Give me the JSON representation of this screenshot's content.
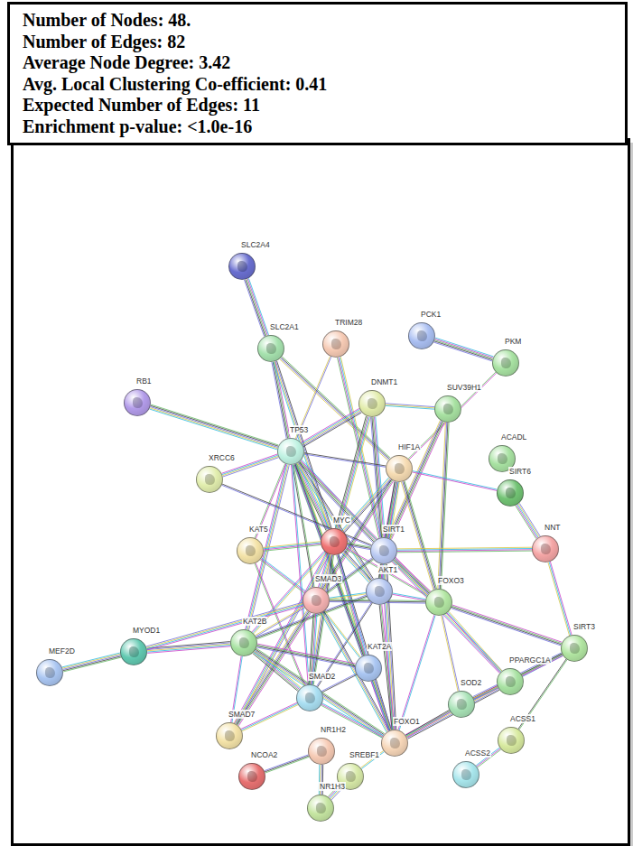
{
  "diagram": {
    "nodes": [
      {
        "text": [
          "Number of Nodes: 48.",
          "Number of Edges: 82",
          "Average Node Degree: 3.42",
          "Avg. Local Clustering Co-efficient: 0.41",
          "Expected Number of Edges: 11",
          "Enrichment p-value: <1.0e-16"
        ]
      },
      {
        "text": [
          "SLC2A4"
        ]
      },
      {
        "text": [
          "SLC2A1"
        ]
      },
      {
        "text": [
          "TRIM28"
        ]
      },
      {
        "text": [
          "PCK1"
        ]
      },
      {
        "text": [
          "PKM"
        ]
      },
      {
        "text": [
          "RB1"
        ]
      },
      {
        "text": [
          "DNMT1"
        ]
      },
      {
        "text": [
          "SUV39H1"
        ]
      },
      {
        "text": [
          "TP53"
        ]
      },
      {
        "text": [
          "HIF1A"
        ]
      },
      {
        "text": [
          "ACADL"
        ]
      },
      {
        "text": [
          "SIRT6"
        ]
      },
      {
        "text": [
          "XRCC6"
        ]
      },
      {
        "text": [
          "KAT5"
        ]
      },
      {
        "text": [
          "MYC"
        ]
      },
      {
        "text": [
          "SIRT1"
        ]
      },
      {
        "text": [
          "NNT"
        ]
      },
      {
        "text": [
          "AKT1"
        ]
      },
      {
        "text": [
          "SMAD3"
        ]
      },
      {
        "text": [
          "FOXO3"
        ]
      },
      {
        "text": [
          "MYOD1"
        ]
      },
      {
        "text": [
          "MEF2D"
        ]
      },
      {
        "text": [
          "KAT2B"
        ]
      },
      {
        "text": [
          "KAT2A"
        ]
      },
      {
        "text": [
          "SIRT3"
        ]
      },
      {
        "text": [
          "PPARGC1A"
        ]
      },
      {
        "text": [
          "SMAD2"
        ]
      },
      {
        "text": [
          "SOD2"
        ]
      },
      {
        "text": [
          "SMAD7"
        ]
      },
      {
        "text": [
          "FOXO1"
        ]
      },
      {
        "text": [
          "ACSS1"
        ]
      },
      {
        "text": [
          "ACSS2"
        ]
      },
      {
        "text": [
          "NR1H2"
        ]
      },
      {
        "text": [
          "NCOA2"
        ]
      },
      {
        "text": [
          "SREBF1"
        ]
      },
      {
        "text": [
          "NR1H3"
        ]
      }
    ],
    "edges": [
      {
        "from": 1,
        "to": 2,
        "arrow": "none"
      },
      {
        "from": 2,
        "to": 9,
        "arrow": "none"
      },
      {
        "from": 2,
        "to": 10,
        "arrow": "none"
      },
      {
        "from": 2,
        "to": 15,
        "arrow": "none"
      },
      {
        "from": 3,
        "to": 9,
        "arrow": "none"
      },
      {
        "from": 3,
        "to": 16,
        "arrow": "none"
      },
      {
        "from": 4,
        "to": 5,
        "arrow": "none"
      },
      {
        "from": 5,
        "to": 10,
        "arrow": "none"
      },
      {
        "from": 6,
        "to": 9,
        "arrow": "none"
      },
      {
        "from": 7,
        "to": 9,
        "arrow": "none"
      },
      {
        "from": 7,
        "to": 8,
        "arrow": "none"
      },
      {
        "from": 7,
        "to": 15,
        "arrow": "none"
      },
      {
        "from": 7,
        "to": 16,
        "arrow": "none"
      },
      {
        "from": 8,
        "to": 16,
        "arrow": "none"
      },
      {
        "from": 8,
        "to": 20,
        "arrow": "none"
      },
      {
        "from": 9,
        "to": 10,
        "arrow": "none"
      },
      {
        "from": 9,
        "to": 13,
        "arrow": "none"
      },
      {
        "from": 9,
        "to": 15,
        "arrow": "none"
      },
      {
        "from": 9,
        "to": 16,
        "arrow": "none"
      },
      {
        "from": 9,
        "to": 14,
        "arrow": "none"
      },
      {
        "from": 9,
        "to": 19,
        "arrow": "none"
      },
      {
        "from": 9,
        "to": 18,
        "arrow": "none"
      },
      {
        "from": 9,
        "to": 23,
        "arrow": "none"
      },
      {
        "from": 9,
        "to": 24,
        "arrow": "none"
      },
      {
        "from": 9,
        "to": 27,
        "arrow": "none"
      },
      {
        "from": 9,
        "to": 20,
        "arrow": "none"
      },
      {
        "from": 9,
        "to": 30,
        "arrow": "none"
      },
      {
        "from": 10,
        "to": 15,
        "arrow": "none"
      },
      {
        "from": 10,
        "to": 16,
        "arrow": "none"
      },
      {
        "from": 10,
        "to": 18,
        "arrow": "none"
      },
      {
        "from": 10,
        "to": 12,
        "arrow": "none"
      },
      {
        "from": 10,
        "to": 19,
        "arrow": "none"
      },
      {
        "from": 10,
        "to": 20,
        "arrow": "none"
      },
      {
        "from": 13,
        "to": 16,
        "arrow": "none"
      },
      {
        "from": 12,
        "to": 17,
        "arrow": "none"
      },
      {
        "from": 14,
        "to": 15,
        "arrow": "none"
      },
      {
        "from": 14,
        "to": 19,
        "arrow": "none"
      },
      {
        "from": 14,
        "to": 27,
        "arrow": "none"
      },
      {
        "from": 15,
        "to": 16,
        "arrow": "none"
      },
      {
        "from": 15,
        "to": 18,
        "arrow": "none"
      },
      {
        "from": 15,
        "to": 19,
        "arrow": "none"
      },
      {
        "from": 15,
        "to": 23,
        "arrow": "none"
      },
      {
        "from": 15,
        "to": 24,
        "arrow": "none"
      },
      {
        "from": 15,
        "to": 20,
        "arrow": "none"
      },
      {
        "from": 15,
        "to": 27,
        "arrow": "none"
      },
      {
        "from": 15,
        "to": 30,
        "arrow": "none"
      },
      {
        "from": 15,
        "to": 29,
        "arrow": "none"
      },
      {
        "from": 16,
        "to": 17,
        "arrow": "none"
      },
      {
        "from": 16,
        "to": 18,
        "arrow": "none"
      },
      {
        "from": 16,
        "to": 20,
        "arrow": "none"
      },
      {
        "from": 16,
        "to": 19,
        "arrow": "none"
      },
      {
        "from": 16,
        "to": 30,
        "arrow": "none"
      },
      {
        "from": 16,
        "to": 26,
        "arrow": "none"
      },
      {
        "from": 18,
        "to": 19,
        "arrow": "none"
      },
      {
        "from": 18,
        "to": 20,
        "arrow": "none"
      },
      {
        "from": 18,
        "to": 30,
        "arrow": "none"
      },
      {
        "from": 18,
        "to": 23,
        "arrow": "none"
      },
      {
        "from": 18,
        "to": 27,
        "arrow": "none"
      },
      {
        "from": 19,
        "to": 23,
        "arrow": "none"
      },
      {
        "from": 19,
        "to": 24,
        "arrow": "none"
      },
      {
        "from": 19,
        "to": 27,
        "arrow": "none"
      },
      {
        "from": 19,
        "to": 29,
        "arrow": "none"
      },
      {
        "from": 19,
        "to": 20,
        "arrow": "none"
      },
      {
        "from": 19,
        "to": 30,
        "arrow": "none"
      },
      {
        "from": 20,
        "to": 28,
        "arrow": "none"
      },
      {
        "from": 20,
        "to": 26,
        "arrow": "none"
      },
      {
        "from": 20,
        "to": 30,
        "arrow": "none"
      },
      {
        "from": 20,
        "to": 25,
        "arrow": "none"
      },
      {
        "from": 21,
        "to": 22,
        "arrow": "none"
      },
      {
        "from": 21,
        "to": 23,
        "arrow": "none"
      },
      {
        "from": 21,
        "to": 19,
        "arrow": "none"
      },
      {
        "from": 23,
        "to": 27,
        "arrow": "none"
      },
      {
        "from": 23,
        "to": 29,
        "arrow": "none"
      },
      {
        "from": 23,
        "to": 24,
        "arrow": "none"
      },
      {
        "from": 23,
        "to": 30,
        "arrow": "none"
      },
      {
        "from": 24,
        "to": 27,
        "arrow": "none"
      },
      {
        "from": 24,
        "to": 30,
        "arrow": "none"
      },
      {
        "from": 25,
        "to": 17,
        "arrow": "none"
      },
      {
        "from": 25,
        "to": 26,
        "arrow": "none"
      },
      {
        "from": 25,
        "to": 28,
        "arrow": "none"
      },
      {
        "from": 25,
        "to": 31,
        "arrow": "none"
      },
      {
        "from": 26,
        "to": 30,
        "arrow": "none"
      },
      {
        "from": 26,
        "to": 28,
        "arrow": "none"
      },
      {
        "from": 27,
        "to": 29,
        "arrow": "none"
      },
      {
        "from": 27,
        "to": 30,
        "arrow": "none"
      },
      {
        "from": 28,
        "to": 30,
        "arrow": "none"
      },
      {
        "from": 33,
        "to": 34,
        "arrow": "none"
      },
      {
        "from": 33,
        "to": 36,
        "arrow": "none"
      },
      {
        "from": 35,
        "to": 36,
        "arrow": "none"
      },
      {
        "from": 35,
        "to": 30,
        "arrow": "none"
      },
      {
        "from": 32,
        "to": 31,
        "arrow": "none"
      }
    ]
  }
}
